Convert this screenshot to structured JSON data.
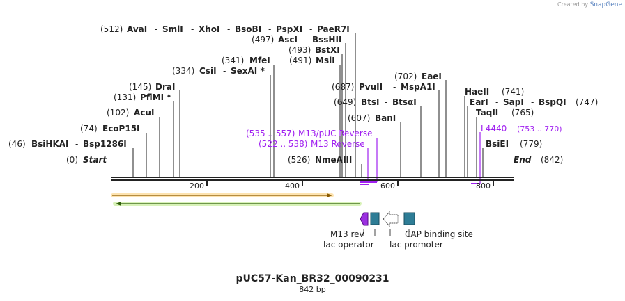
{
  "credit": {
    "prefix": "Created by",
    "brand": "SnapGene"
  },
  "plasmid": {
    "name": "pUC57-Kan_BR32_00090231",
    "length_label": "842 bp",
    "length_bp": 842
  },
  "ruler": {
    "ticks": [
      "200",
      "400",
      "600",
      "800"
    ]
  },
  "ends": {
    "start": {
      "pos": "(0)",
      "name": "Start"
    },
    "end": {
      "pos": "(842)",
      "name": "End"
    }
  },
  "sites": [
    {
      "pos": "(512)",
      "names": [
        "AvaI",
        "SmlI",
        "XhoI",
        "BsoBI",
        "PspXI",
        "PaeR7I"
      ]
    },
    {
      "pos": "(497)",
      "names": [
        "AscI",
        "BssHII"
      ]
    },
    {
      "pos": "(493)",
      "names": [
        "BstXI"
      ]
    },
    {
      "pos": "(491)",
      "names": [
        "MslI"
      ]
    },
    {
      "pos": "(341)",
      "names": [
        "MfeI"
      ]
    },
    {
      "pos": "(334)",
      "names": [
        "CsiI",
        "SexAI *"
      ]
    },
    {
      "pos": "(145)",
      "names": [
        "DraI"
      ]
    },
    {
      "pos": "(131)",
      "names": [
        "PflMI *"
      ]
    },
    {
      "pos": "(102)",
      "names": [
        "AcuI"
      ]
    },
    {
      "pos": "(74)",
      "names": [
        "EcoP15I"
      ]
    },
    {
      "pos": "(46)",
      "names": [
        "BsiHKAI",
        "Bsp1286I"
      ]
    },
    {
      "pos": "(526)",
      "names": [
        "NmeAIII"
      ]
    },
    {
      "pos": "(607)",
      "names": [
        "BanI"
      ]
    },
    {
      "pos": "(649)",
      "names": [
        "BtsI",
        "BtsαI"
      ]
    },
    {
      "pos": "(687)",
      "names": [
        "PvuII",
        "MspA1I"
      ]
    },
    {
      "pos": "(702)",
      "names": [
        "EaeI"
      ]
    },
    {
      "pos": "(741)",
      "names": [
        "HaeII"
      ]
    },
    {
      "pos": "(747)",
      "names": [
        "EarI",
        "SapI",
        "BspQI"
      ]
    },
    {
      "pos": "(765)",
      "names": [
        "TaqII"
      ]
    },
    {
      "pos": "(779)",
      "names": [
        "BsiEI"
      ]
    }
  ],
  "primers": [
    {
      "range": "(535 .. 557)",
      "name": "M13/pUC Reverse",
      "color": "#a020f0"
    },
    {
      "range": "(522 .. 538)",
      "name": "M13 Reverse",
      "color": "#a020f0"
    },
    {
      "range": "(753 .. 770)",
      "name": "L4440",
      "color": "#a020f0"
    }
  ],
  "features": [
    {
      "name": "M13 rev",
      "color": "#9b30e0"
    },
    {
      "name": "lac operator",
      "color": "#2e7d96"
    },
    {
      "name": "lac promoter",
      "color": "#ffffff"
    },
    {
      "name": "CAP binding site",
      "color": "#2e7d96"
    }
  ],
  "orf_colors": {
    "top": "#f5a623",
    "bottom": "#7ed321"
  }
}
